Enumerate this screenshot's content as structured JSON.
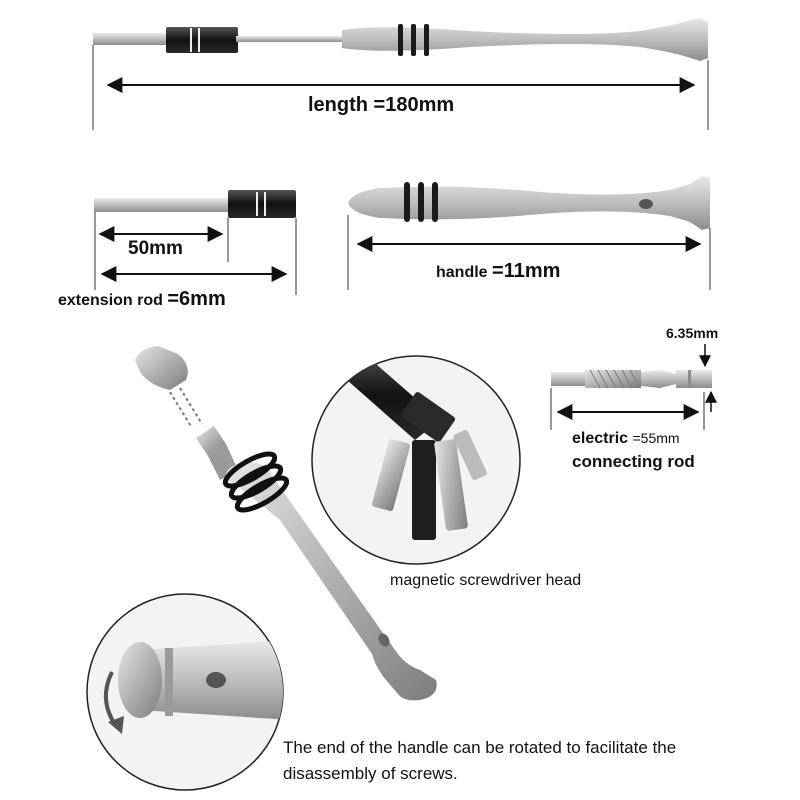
{
  "labels": {
    "length": "length =180mm",
    "extension_bit": "50mm",
    "extension_rod_prefix": "extension rod ",
    "extension_rod_value": "=6mm",
    "handle_prefix": "handle ",
    "handle_value": "=11mm",
    "bit_diameter": "6.35mm",
    "electric_prefix": "electric ",
    "electric_value": "=55mm",
    "connecting_rod": "connecting rod",
    "magnetic_head": "magnetic screwdriver head",
    "rotate_note": "The end of the handle can be rotated to facilitate the disassembly of screws."
  },
  "colors": {
    "metal": "#c8c8c8",
    "metal_dark": "#8f8f8f",
    "ring": "#1a1a1a",
    "arrow": "#111111"
  }
}
